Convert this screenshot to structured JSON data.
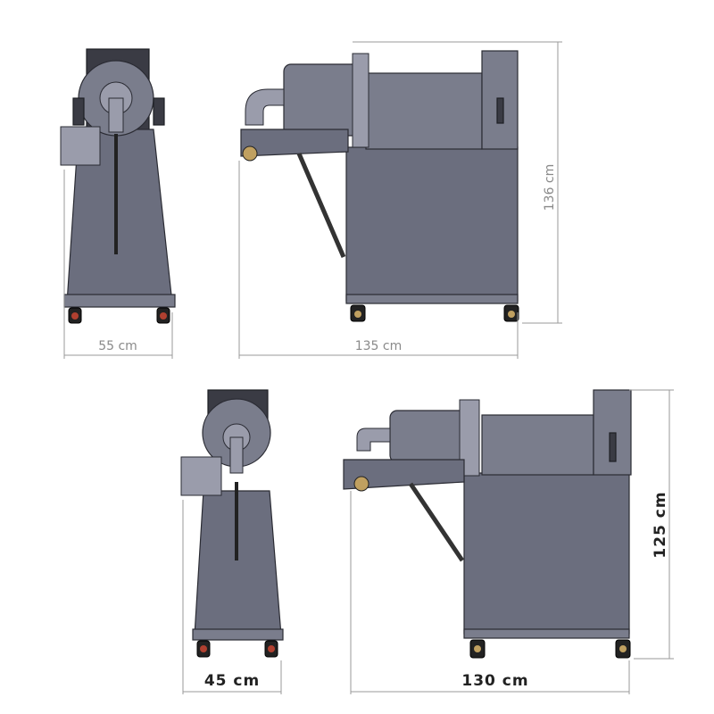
{
  "top_views": {
    "front_width_label": "55 cm",
    "side_length_label": "135 cm",
    "height_label": "136 cm"
  },
  "bottom_views": {
    "front_width_label": "45 cm",
    "side_length_label": "130 cm",
    "height_label": "125 cm"
  },
  "colors": {
    "body": "#6b6e7e",
    "dimension_line": "#9a9a9a"
  }
}
